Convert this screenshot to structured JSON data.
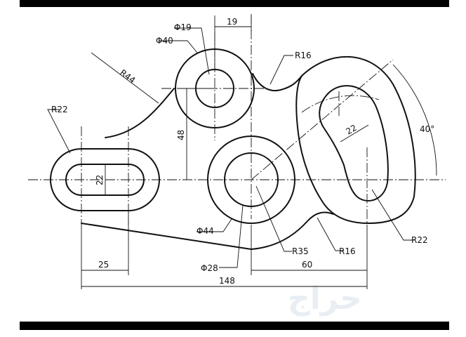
{
  "drawing": {
    "labels": {
      "phi19": "Φ19",
      "phi40": "Φ40",
      "dim19": "19",
      "r44": "R44",
      "r16_top": "R16",
      "r22_left": "R22",
      "angle40": "40°",
      "dim22_slot_width": "22",
      "dim48": "48",
      "dim22_left_slot": "22",
      "phi44": "Φ44",
      "phi28": "Φ28",
      "r35": "R35",
      "r16_bottom": "R16",
      "r22_right": "R22",
      "dim25": "25",
      "dim60": "60",
      "dim148": "148"
    },
    "watermark": "حراج"
  }
}
